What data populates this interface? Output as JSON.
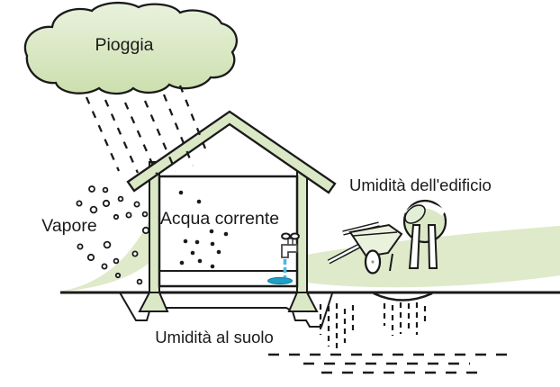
{
  "diagram": {
    "labels": {
      "rain": "Pioggia",
      "vapor": "Vapore",
      "running_water": "Acqua corrente",
      "building_moisture": "Umidità dell'edificio",
      "ground_moisture": "Umidità al suolo"
    },
    "icons": [
      "rain-cloud-icon",
      "house-icon",
      "faucet-icon",
      "wheelbarrow-icon",
      "cement-mixer-icon"
    ],
    "colors": {
      "background": "#ffffff",
      "outline": "#1a1a1a",
      "fill_green": "#dbe8c6",
      "fill_green_light": "#e9f2dd",
      "cloud_top": "#e9f2dd",
      "cloud_bottom": "#ccdfae",
      "swoosh_green": "#d8e6c0",
      "water_stream": "#49b9e6",
      "water_puddle": "#1f9fc4"
    }
  }
}
